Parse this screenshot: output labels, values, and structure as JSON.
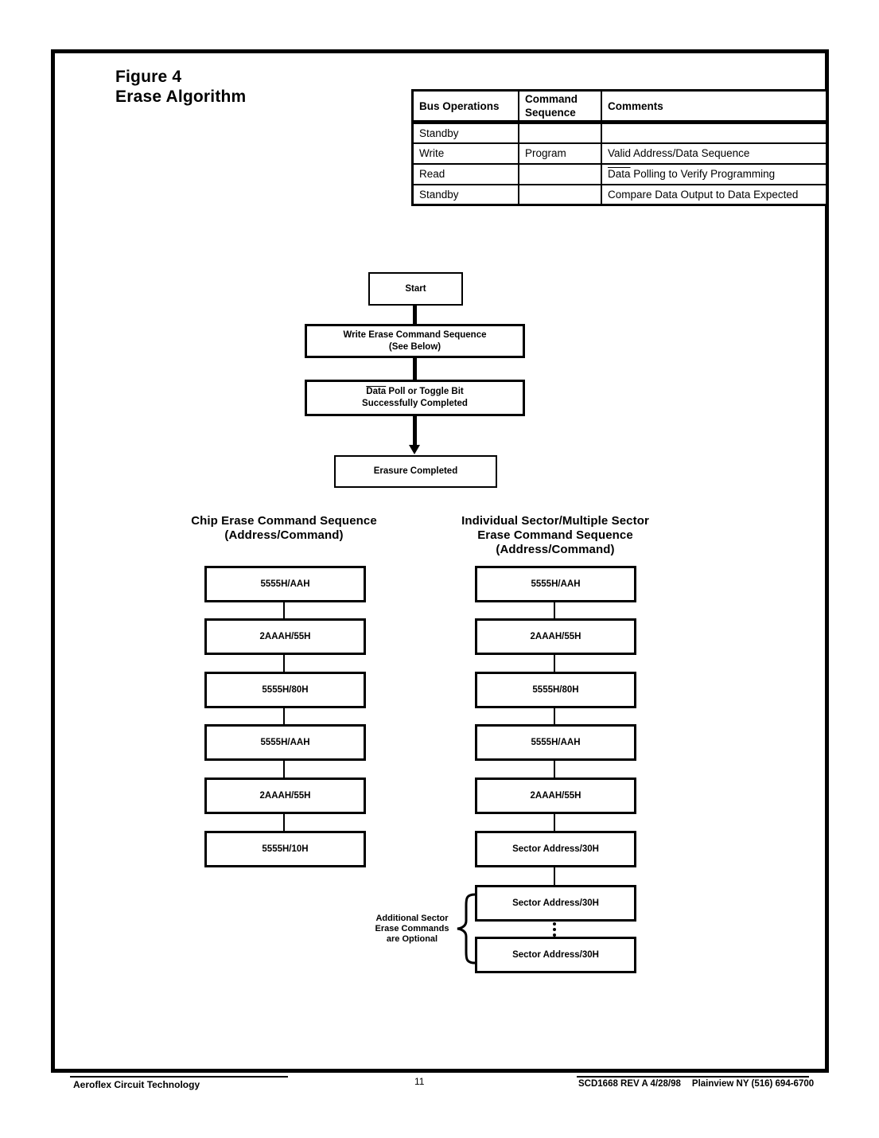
{
  "title": {
    "line1": "Figure 4",
    "line2": "Erase Algorithm"
  },
  "table": {
    "headers": [
      "Bus Operations",
      "Command Sequence",
      "Comments"
    ],
    "rows": [
      {
        "bus": "Standby",
        "cmd": "",
        "comment": ""
      },
      {
        "bus": "Write",
        "cmd": "Program",
        "comment": "Valid Address/Data Sequence"
      },
      {
        "bus": "Read",
        "cmd": "",
        "comment_overline": "Data",
        "comment_rest": " Polling to Verify Programming"
      },
      {
        "bus": "Standby",
        "cmd": "",
        "comment": "Compare Data Output to Data Expected"
      }
    ]
  },
  "flowchart": {
    "start": "Start",
    "write_seq_line1": "Write Erase Command Sequence",
    "write_seq_line2": "(See Below)",
    "poll_overline": "Data",
    "poll_rest": " Poll or Toggle Bit",
    "poll_line2": "Successfully Completed",
    "erasure": "Erasure Completed"
  },
  "chip_sequence": {
    "title_line1": "Chip Erase Command Sequence",
    "title_line2": "(Address/Command)",
    "steps": [
      "5555H/AAH",
      "2AAAH/55H",
      "5555H/80H",
      "5555H/AAH",
      "2AAAH/55H",
      "5555H/10H"
    ]
  },
  "sector_sequence": {
    "title_line1": "Individual Sector/Multiple Sector",
    "title_line2": "Erase Command Sequence",
    "title_line3": "(Address/Command)",
    "steps": [
      "5555H/AAH",
      "2AAAH/55H",
      "5555H/80H",
      "5555H/AAH",
      "2AAAH/55H",
      "Sector Address/30H",
      "Sector Address/30H",
      "Sector Address/30H"
    ],
    "optional_line1": "Additional Sector",
    "optional_line2": "Erase Commands",
    "optional_line3": "are Optional"
  },
  "footer": {
    "left": "Aeroflex Circuit Technology",
    "page": "11",
    "right_doc": "SCD1668 REV A  4/28/98",
    "right_loc": "Plainview NY (516) 694-6700"
  },
  "colors": {
    "ink": "#000000",
    "paper": "#ffffff"
  }
}
